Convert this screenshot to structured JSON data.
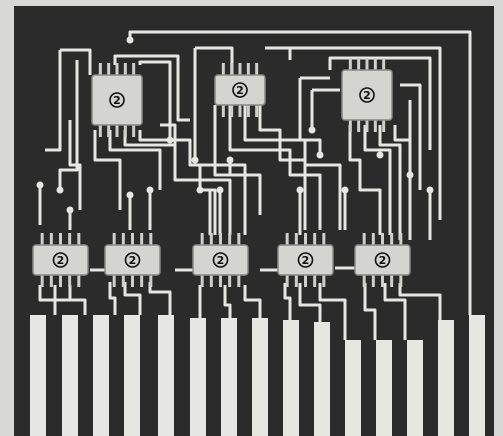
{
  "photo": {
    "subject": "printed-circuit-board",
    "colors": {
      "background": "#2a2a2a",
      "trace": "#e6e6e2",
      "chip_body": "#d4d4d0",
      "chip_outline": "#8a8a86",
      "pin": "#cfcfcb"
    }
  },
  "chips": [
    {
      "id": "chip-1",
      "label": "2"
    },
    {
      "id": "chip-2",
      "label": "2"
    },
    {
      "id": "chip-3",
      "label": "2"
    },
    {
      "id": "chip-4",
      "label": "2"
    },
    {
      "id": "chip-5",
      "label": "2"
    },
    {
      "id": "chip-6",
      "label": "2"
    },
    {
      "id": "chip-7",
      "label": "2"
    },
    {
      "id": "chip-8",
      "label": "2"
    }
  ]
}
